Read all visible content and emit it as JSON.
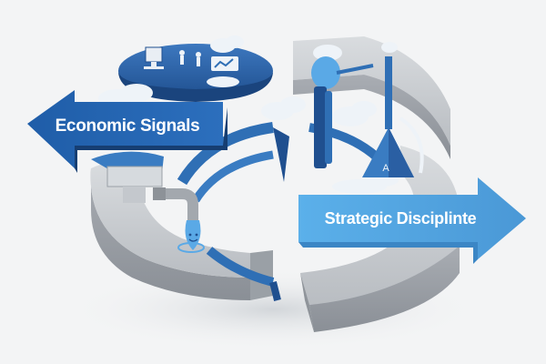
{
  "labels": {
    "left_arrow": "Economic Signals",
    "right_arrow": "Strategic Disciplinte",
    "beacon_glyph": "A"
  },
  "colors": {
    "background": "#f3f4f5",
    "ring_gray_top": "#c9ccd0",
    "ring_gray_side": "#9ea3a9",
    "accent_blue": "#2f6fb5",
    "light_blue": "#5aa9e6",
    "dark_blue": "#1f4f8f",
    "cloud": "#eef3f8"
  },
  "icons": [
    "computer-monitor-icon",
    "handshake-icon",
    "valve-pipe-icon",
    "water-drop-face-icon",
    "person-figure-icon",
    "beacon-tower-icon",
    "cloud-icon"
  ]
}
